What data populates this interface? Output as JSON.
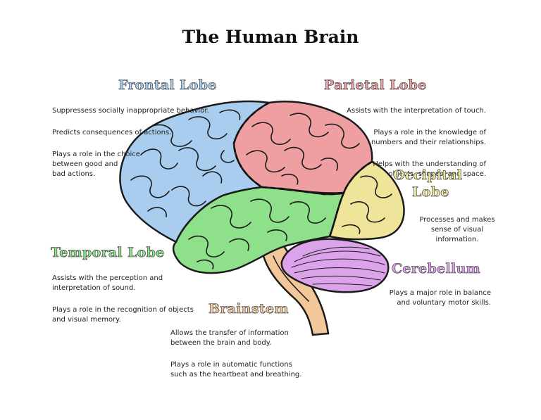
{
  "title": "The Human Brain",
  "colors": {
    "frontal": "#a9cdee",
    "parietal": "#ef9ea2",
    "occipital": "#efe59a",
    "temporal": "#8fe08a",
    "cerebellum": "#dca3ea",
    "brainstem": "#f2c89a"
  },
  "frontal": {
    "heading": "Frontal Lobe",
    "lines": [
      "Suppressess socially inappropriate behavior.",
      "Predicts consequences of actions.",
      "Plays a role in the choice\nbetween good and\nbad actions."
    ]
  },
  "parietal": {
    "heading": "Parietal Lobe",
    "lines": [
      "Assists with the interpretation of touch.",
      "Plays a role in the knowledge of\nnumbers and their relationships.",
      "Helps with the understanding of\nobjects, shapes, and space."
    ]
  },
  "occipital": {
    "heading1": "Occipital",
    "heading2": "Lobe",
    "lines": [
      "Processes and makes\nsense of visual\ninformation."
    ]
  },
  "temporal": {
    "heading": "Temporal Lobe",
    "lines": [
      "Assists with the perception and\ninterpretation of sound.",
      "Plays a role in the recognition of objects\nand visual memory."
    ]
  },
  "cerebellum": {
    "heading": "Cerebellum",
    "lines": [
      "Plays a major role in balance\nand voluntary motor skills."
    ]
  },
  "brainstem": {
    "heading": "Brainstem",
    "lines": [
      "Allows the transfer of information\nbetween the brain and body.",
      "Plays a role in automatic functions\nsuch as the heartbeat and breathing."
    ]
  }
}
